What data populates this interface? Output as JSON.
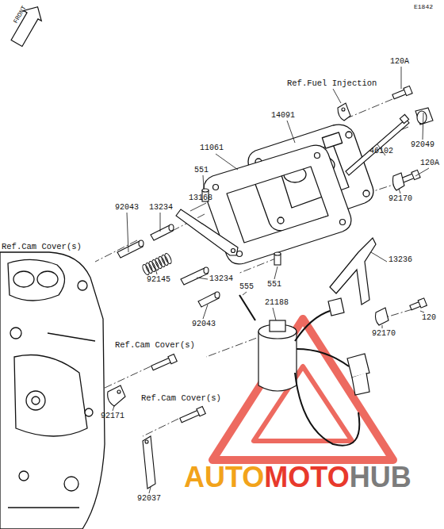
{
  "diagram": {
    "labels": [
      "E1842",
      "FRONT",
      "120A",
      "Ref.Fuel Injection",
      "14091",
      "92049",
      "46102",
      "120A",
      "92170",
      "11061",
      "551",
      "13168",
      "92043",
      "13234",
      "92145",
      "13234",
      "92043",
      "551",
      "Ref.Cam Cover(s)",
      "13236",
      "555",
      "21188",
      "120",
      "92170",
      "Ref.Cam Cover(s)",
      "92171",
      "Ref.Cam Cover(s)",
      "92037",
      "AUTO",
      "MOTO",
      "HUB"
    ]
  }
}
